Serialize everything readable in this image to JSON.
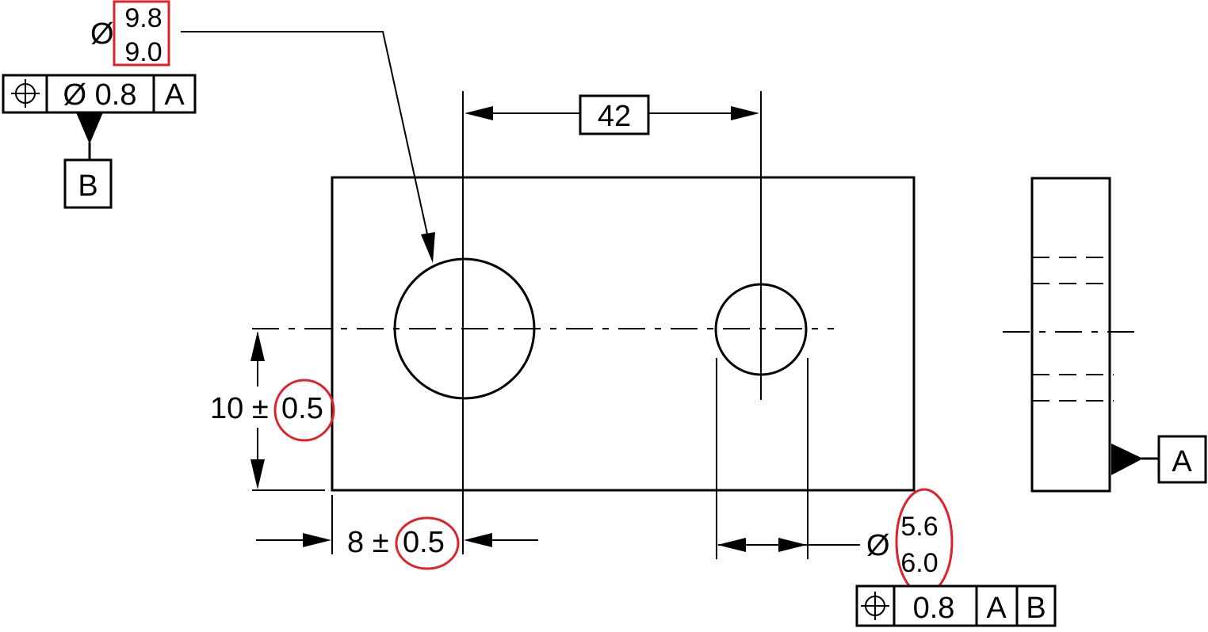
{
  "dimensions": {
    "big_hole": {
      "diameter_symbol": "Ø",
      "upper": "9.8",
      "lower": "9.0"
    },
    "hole_spacing": "42",
    "vertical_dim": {
      "nominal": "10 ±",
      "tol": "0.5"
    },
    "horizontal_dim": {
      "nominal": "8 ±",
      "tol": "0.5"
    },
    "small_hole": {
      "diameter_symbol": "Ø",
      "upper": "5.6",
      "lower": "6.0"
    }
  },
  "fcf_top": {
    "tolerance": "Ø 0.8",
    "datum": "A"
  },
  "fcf_bottom": {
    "tolerance": "0.8",
    "datum1": "A",
    "datum2": "B"
  },
  "datums": {
    "b": "B",
    "a": "A"
  },
  "colors": {
    "line": "#000000",
    "highlight": "#e0202a",
    "background": "#ffffff"
  }
}
